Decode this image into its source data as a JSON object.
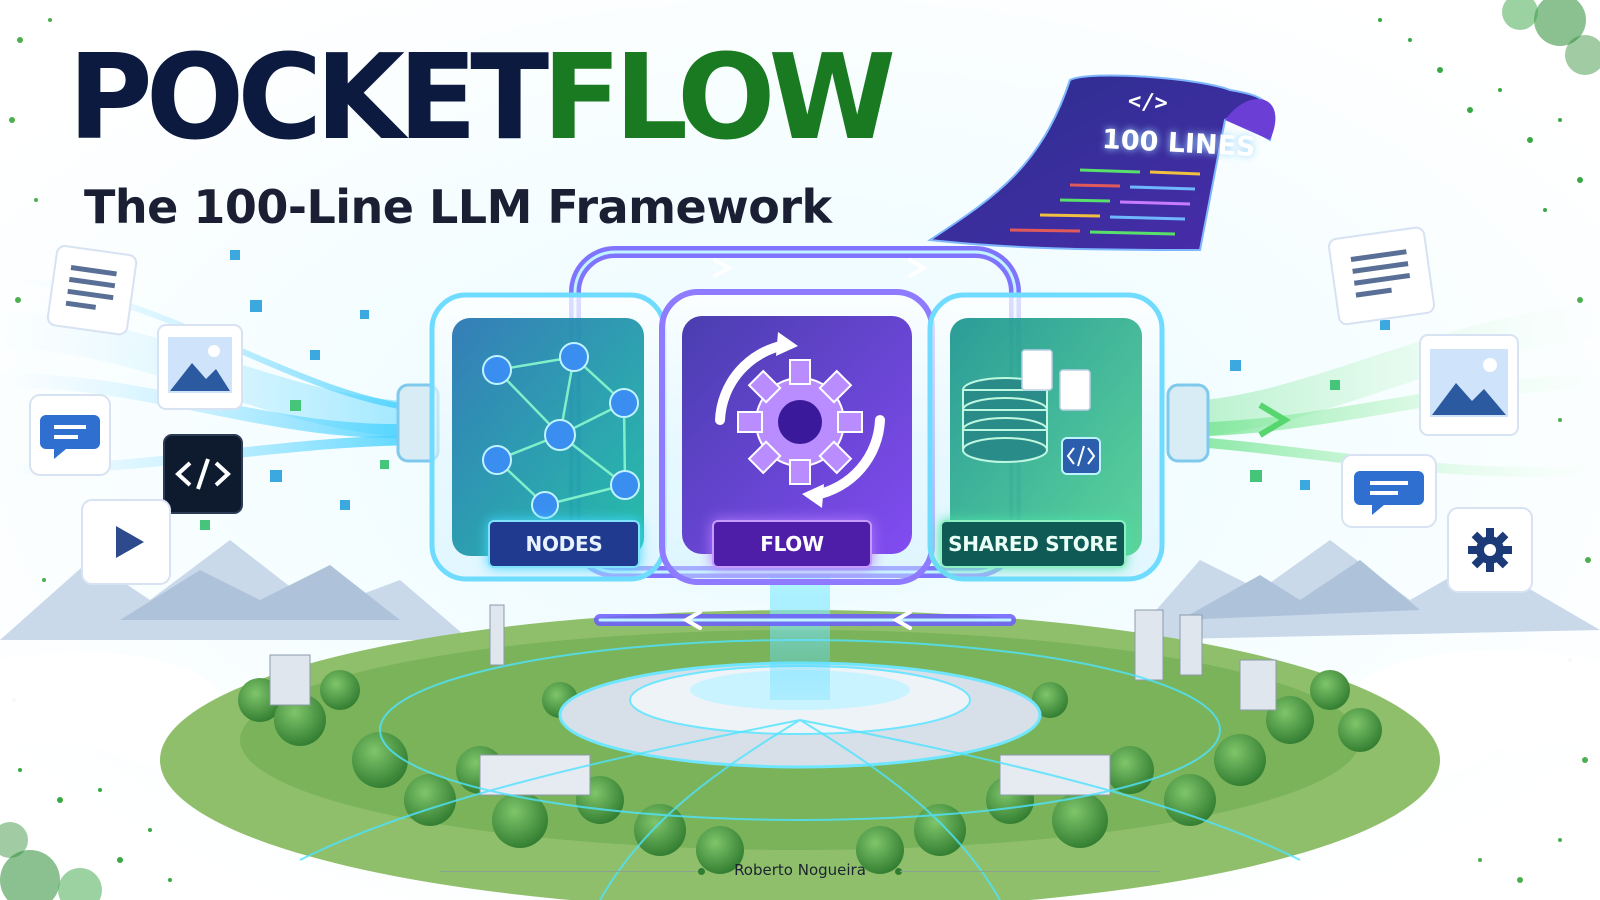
{
  "title": {
    "part1": "POCKET",
    "part2": "FLOW"
  },
  "subtitle": "The 100-Line LLM Framework",
  "scroll": {
    "code_tag": "</>",
    "title": "100 LINES"
  },
  "panels": [
    {
      "label": "NODES"
    },
    {
      "label": "FLOW"
    },
    {
      "label": "SHARED STORE"
    }
  ],
  "left_icons": [
    "document-icon",
    "image-icon",
    "chat-icon",
    "code-icon",
    "play-icon"
  ],
  "right_icons": [
    "document-icon",
    "image-icon",
    "chat-icon",
    "gear-icon"
  ],
  "author": "Roberto Nogueira",
  "colors": {
    "title_dark": "#0b1a3e",
    "title_green": "#1a7a22",
    "glow_cyan": "#41d6ff",
    "glow_purple": "#9b5cff",
    "glow_green": "#4de0a8"
  }
}
